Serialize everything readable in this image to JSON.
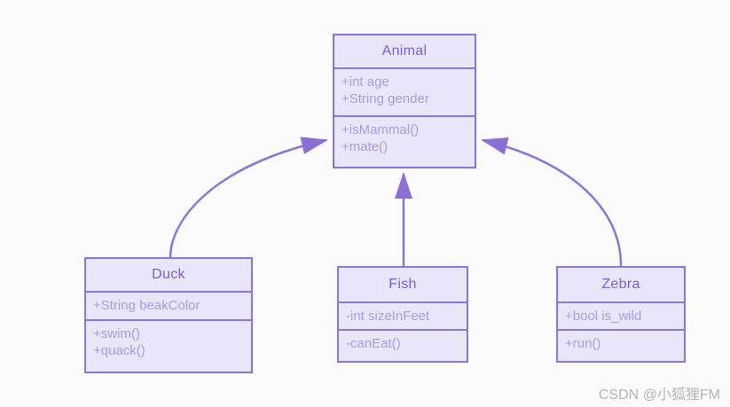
{
  "diagram": {
    "type": "uml-class-diagram",
    "classes": [
      {
        "name": "Animal",
        "attributes": [
          "+int age",
          "+String gender"
        ],
        "methods": [
          "+isMammal()",
          "+mate()"
        ]
      },
      {
        "name": "Duck",
        "attributes": [
          "+String beakColor"
        ],
        "methods": [
          "+swim()",
          "+quack()"
        ]
      },
      {
        "name": "Fish",
        "attributes": [
          "-int sizeInFeet"
        ],
        "methods": [
          "-canEat()"
        ]
      },
      {
        "name": "Zebra",
        "attributes": [
          "+bool is_wild"
        ],
        "methods": [
          "+run()"
        ]
      }
    ],
    "relations": [
      {
        "from": "Duck",
        "to": "Animal",
        "type": "inheritance"
      },
      {
        "from": "Fish",
        "to": "Animal",
        "type": "inheritance"
      },
      {
        "from": "Zebra",
        "to": "Animal",
        "type": "inheritance"
      }
    ],
    "colors": {
      "box_fill": "#e9e6f9",
      "box_border": "#8b75d6",
      "title_text": "#7a5fd0",
      "member_text": "#a89de4",
      "arrow": "#8b75d6",
      "arrowhead_fill": "#8a6fd4",
      "background": "#fbfbfb"
    }
  },
  "watermark": {
    "text": "CSDN @小狐狸FM"
  }
}
